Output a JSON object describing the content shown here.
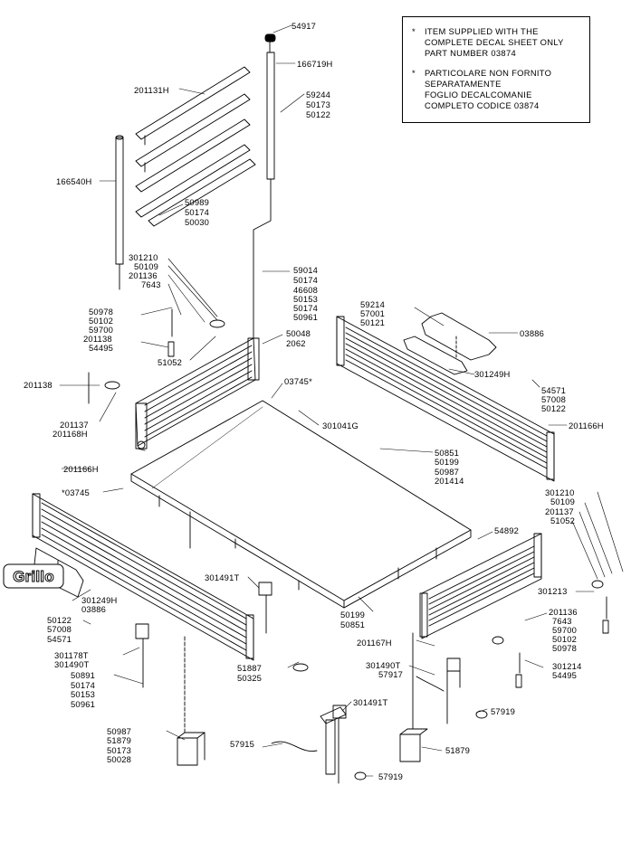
{
  "notes": [
    {
      "marker": "*",
      "lines": [
        "ITEM SUPPLIED WITH THE",
        "COMPLETE DECAL SHEET ONLY",
        "PART NUMBER 03874"
      ]
    },
    {
      "marker": "*",
      "lines": [
        "PARTICOLARE NON FORNITO",
        "SEPARATAMENTE",
        "FOGLIO DECALCOMANIE",
        "COMPLETO CODICE 03874"
      ]
    }
  ],
  "logo_text": "Grillo",
  "callouts": {
    "c54917": "54917",
    "c166719H": "166719H",
    "c201131H": "201131H",
    "c59244": "59244",
    "c50173a": "50173",
    "c50122a": "50122",
    "c166540H": "166540H",
    "c50989": "50989",
    "c50174a": "50174",
    "c50030": "50030",
    "c301210a": "301210",
    "c50109a": "50109",
    "c201136a": "201136",
    "c7643a": "7643",
    "c50978a": "50978",
    "c50102a": "50102",
    "c59700a": "59700",
    "c201138a": "201138",
    "c54495a": "54495",
    "c51052a": "51052",
    "c59014": "59014",
    "c50174b": "50174",
    "c46608": "46608",
    "c50153a": "50153",
    "c50174c": "50174",
    "c50961a": "50961",
    "c50048": "50048",
    "c2062": "2062",
    "c59214": "59214",
    "c57001": "57001",
    "c50121": "50121",
    "c03886a": "03886",
    "c301249Ha": "301249H",
    "c54571a": "54571",
    "c57008a": "57008",
    "c50122b": "50122",
    "c201166Ha": "201166H",
    "c201138b": "201138",
    "c201137a": "201137",
    "c201168H": "201168H",
    "c03745a": "03745*",
    "c301041G": "301041G",
    "c50851a": "50851",
    "c50199a": "50199",
    "c50987a": "50987",
    "c201414": "201414",
    "c201166Hb": "201166H",
    "c03745b": "*03745",
    "c301210b": "301210",
    "c50109b": "50109",
    "c201137b": "201137",
    "c51052b": "51052",
    "c54892": "54892",
    "c301213": "301213",
    "c301491Ta": "301491T",
    "c301249Hb": "301249H",
    "c03886b": "03886",
    "c50122c": "50122",
    "c57008b": "57008",
    "c54571b": "54571",
    "c50199b": "50199",
    "c50851b": "50851",
    "c201136b": "201136",
    "c7643b": "7643",
    "c59700b": "59700",
    "c50102b": "50102",
    "c50978b": "50978",
    "c201167H": "201167H",
    "c301178T": "301178T",
    "c301490Ta": "301490T",
    "c51887": "51887",
    "c50325": "50325",
    "c301490Tb": "301490T",
    "c57917": "57917",
    "c301214": "301214",
    "c54495b": "54495",
    "c50891": "50891",
    "c50174d": "50174",
    "c50153b": "50153",
    "c50961b": "50961",
    "c57919a": "57919",
    "c301491Tb": "301491T",
    "c50987b": "50987",
    "c51879a": "51879",
    "c50173b": "50173",
    "c50028": "50028",
    "c57915": "57915",
    "c51879b": "51879",
    "c57919b": "57919"
  }
}
